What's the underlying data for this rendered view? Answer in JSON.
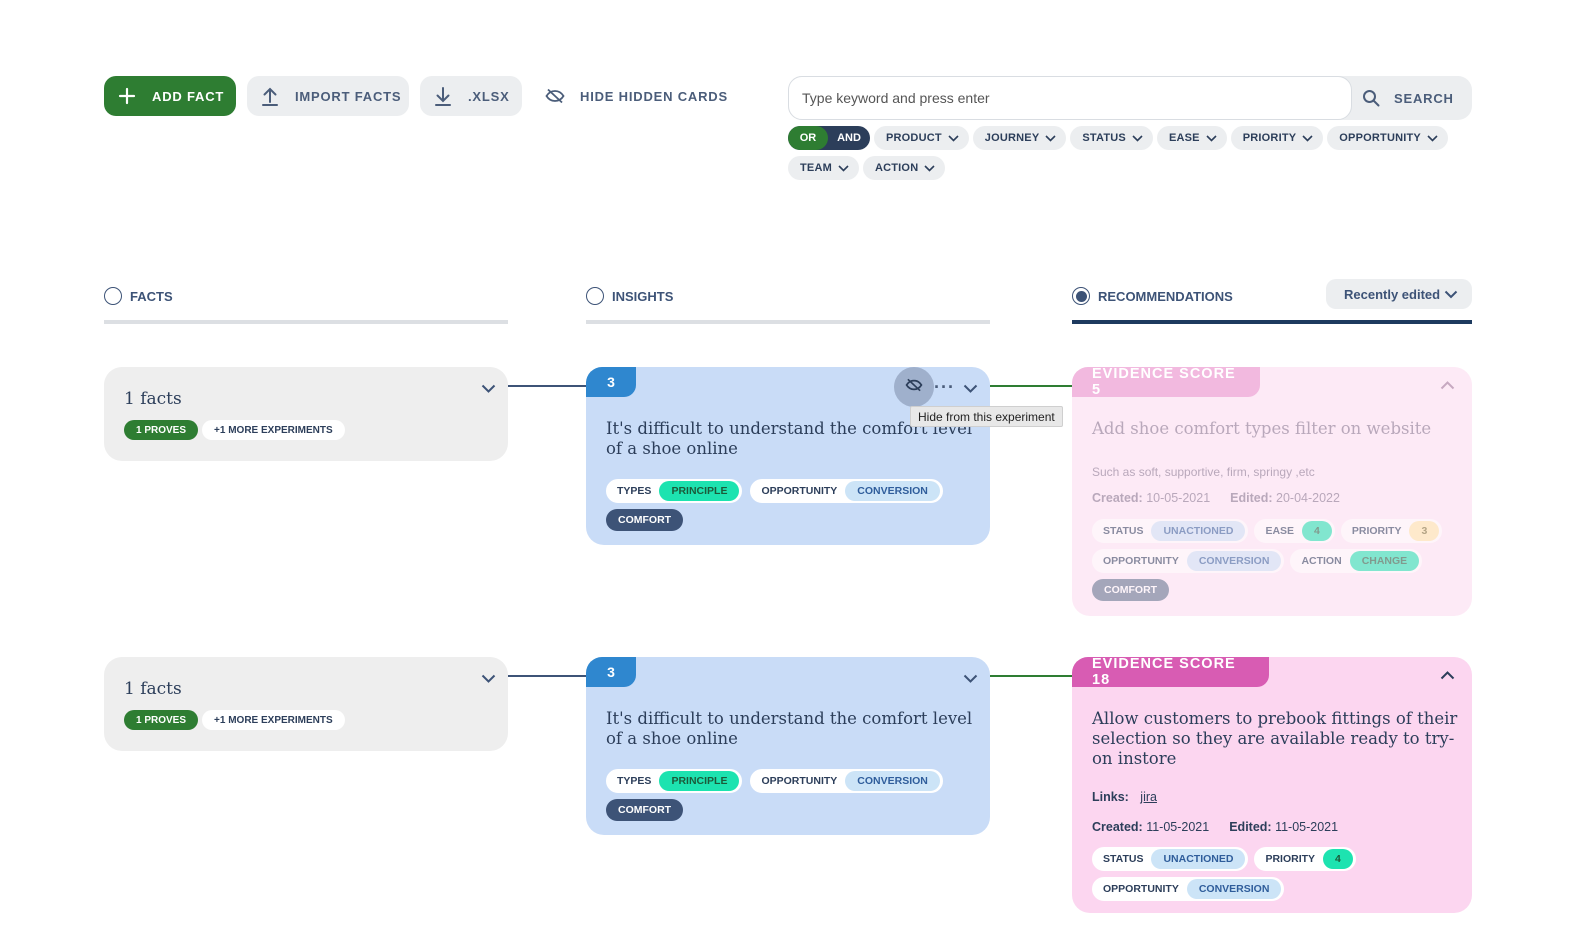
{
  "toolbar": {
    "add_fact": "ADD FACT",
    "import_facts": "IMPORT FACTS",
    "xlsx": ".XLSX",
    "hide_hidden": "HIDE HIDDEN CARDS"
  },
  "search": {
    "placeholder": "Type keyword and press enter",
    "button": "SEARCH"
  },
  "filters": {
    "or": "OR",
    "and": "AND",
    "chips": [
      "PRODUCT",
      "JOURNEY",
      "STATUS",
      "EASE",
      "PRIORITY",
      "OPPORTUNITY",
      "TEAM",
      "ACTION"
    ]
  },
  "columns": {
    "facts": "FACTS",
    "insights": "INSIGHTS",
    "recommendations": "RECOMMENDATIONS",
    "sort": "Recently edited"
  },
  "rows": [
    {
      "fact": {
        "title": "1 facts",
        "proves": "1 PROVES",
        "more": "+1 MORE EXPERIMENTS"
      },
      "insight": {
        "badge": "3",
        "title": "It's difficult to understand the comfort level of a shoe online",
        "types_k": "TYPES",
        "types_v": "PRINCIPLE",
        "opp_k": "OPPORTUNITY",
        "opp_v": "CONVERSION",
        "tag": "COMFORT"
      },
      "recommendation": {
        "badge": "EVIDENCE SCORE 5",
        "title": "Add shoe comfort types filter on website",
        "desc": "Such as soft, supportive, firm, springy ,etc",
        "created_k": "Created:",
        "created_v": "10-05-2021",
        "edited_k": "Edited:",
        "edited_v": "20-04-2022",
        "status_k": "STATUS",
        "status_v": "UNACTIONED",
        "ease_k": "EASE",
        "ease_v": "4",
        "priority_k": "PRIORITY",
        "priority_v": "3",
        "opp_k": "OPPORTUNITY",
        "opp_v": "CONVERSION",
        "action_k": "ACTION",
        "action_v": "CHANGE",
        "tag": "COMFORT"
      }
    },
    {
      "fact": {
        "title": "1 facts",
        "proves": "1 PROVES",
        "more": "+1 MORE EXPERIMENTS"
      },
      "insight": {
        "badge": "3",
        "title": "It's difficult to understand the comfort level of a shoe online",
        "types_k": "TYPES",
        "types_v": "PRINCIPLE",
        "opp_k": "OPPORTUNITY",
        "opp_v": "CONVERSION",
        "tag": "COMFORT"
      },
      "recommendation": {
        "badge": "EVIDENCE SCORE 18",
        "title": "Allow customers to prebook fittings of their selection so they are available ready to try-on instore",
        "links_k": "Links:",
        "links_v": "jira",
        "created_k": "Created:",
        "created_v": "11-05-2021",
        "edited_k": "Edited:",
        "edited_v": "11-05-2021",
        "status_k": "STATUS",
        "status_v": "UNACTIONED",
        "priority_k": "PRIORITY",
        "priority_v": "4",
        "opp_k": "OPPORTUNITY",
        "opp_v": "CONVERSION"
      }
    }
  ],
  "tooltip": "Hide from this experiment",
  "colors": {
    "accent_green": "#2e7d32",
    "navy": "#1d3a5f",
    "insight_bg": "#c9dcf7",
    "insight_badge": "#2f87cf",
    "rec_badge_strong": "#d85cb3",
    "rec_badge_faded": "#f2b9df"
  }
}
